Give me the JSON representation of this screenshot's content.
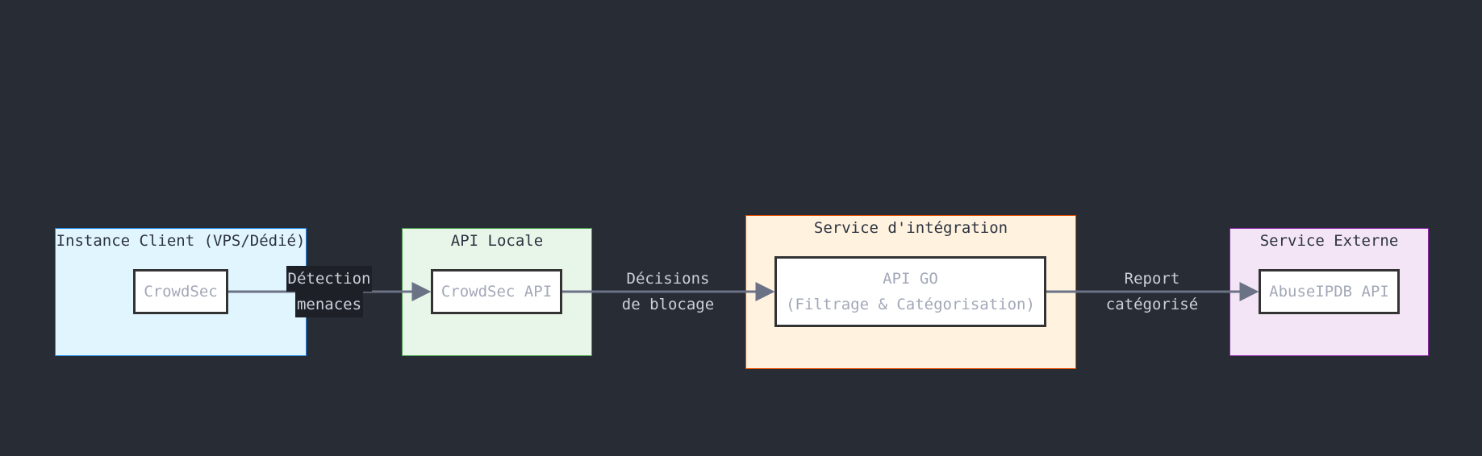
{
  "clusters": {
    "client": {
      "title": "Instance Client (VPS/Dédié)",
      "fill": "#e1f5fe",
      "stroke": "#1e88e5"
    },
    "local": {
      "title": "API Locale",
      "fill": "#e8f5e9",
      "stroke": "#43a047"
    },
    "integration": {
      "title": "Service d'intégration",
      "fill": "#fff3e0",
      "stroke": "#e65100"
    },
    "external": {
      "title": "Service Externe",
      "fill": "#f3e5f5",
      "stroke": "#8e24aa"
    }
  },
  "nodes": {
    "crowdsec": {
      "label": "CrowdSec"
    },
    "crowdsec_api": {
      "label": "CrowdSec API"
    },
    "api_go": {
      "line1": "API GO",
      "line2": "(Filtrage & Catégorisation)"
    },
    "abuseipdb": {
      "label": "AbuseIPDB API"
    }
  },
  "edges": {
    "detection": {
      "line1": "Détection",
      "line2": "menaces"
    },
    "decisions": {
      "line1": "Décisions",
      "line2": "de blocage"
    },
    "report": {
      "line1": "Report",
      "line2": "catégorisé"
    }
  },
  "colors": {
    "background": "#282c34",
    "edge": "#6b7286",
    "node_border": "#333333",
    "node_text": "#a3a8b8",
    "edge_label": "#ccd0d8"
  }
}
